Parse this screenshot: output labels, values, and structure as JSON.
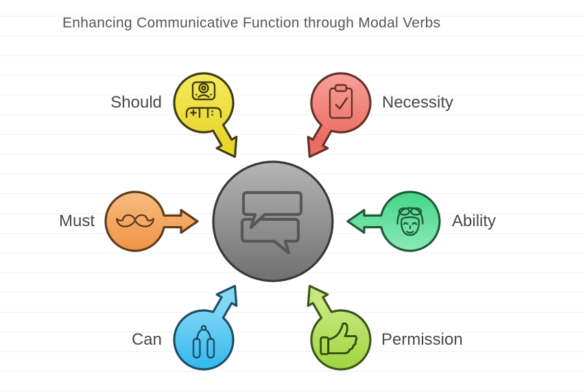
{
  "title": "Enhancing Communicative Function through Modal Verbs",
  "hub": {
    "icon": "chat-bubbles-icon",
    "fill_light": "#b3b3b3",
    "fill_dark": "#757575",
    "stroke": "#383838"
  },
  "nodes": [
    {
      "id": "should",
      "label": "Should",
      "icon": "robot-doctor-icon",
      "color": "#f0e23f",
      "stroke": "#403c16",
      "position": "top-left"
    },
    {
      "id": "necessity",
      "label": "Necessity",
      "icon": "clipboard-check-icon",
      "color": "#f08a80",
      "stroke": "#63302b",
      "position": "top-right"
    },
    {
      "id": "must",
      "label": "Must",
      "icon": "mustache-icon",
      "color": "#f4a963",
      "stroke": "#5f3c1c",
      "position": "middle-left"
    },
    {
      "id": "ability",
      "label": "Ability",
      "icon": "face-goggles-icon",
      "color": "#66e0a1",
      "stroke": "#20593a",
      "position": "middle-right"
    },
    {
      "id": "can",
      "label": "Can",
      "icon": "jump-rope-icon",
      "color": "#56c7f1",
      "stroke": "#1d4e66",
      "position": "bottom-left"
    },
    {
      "id": "permission",
      "label": "Permission",
      "icon": "thumbs-up-icon",
      "color": "#b1de5c",
      "stroke": "#3c5617",
      "position": "bottom-right"
    }
  ]
}
